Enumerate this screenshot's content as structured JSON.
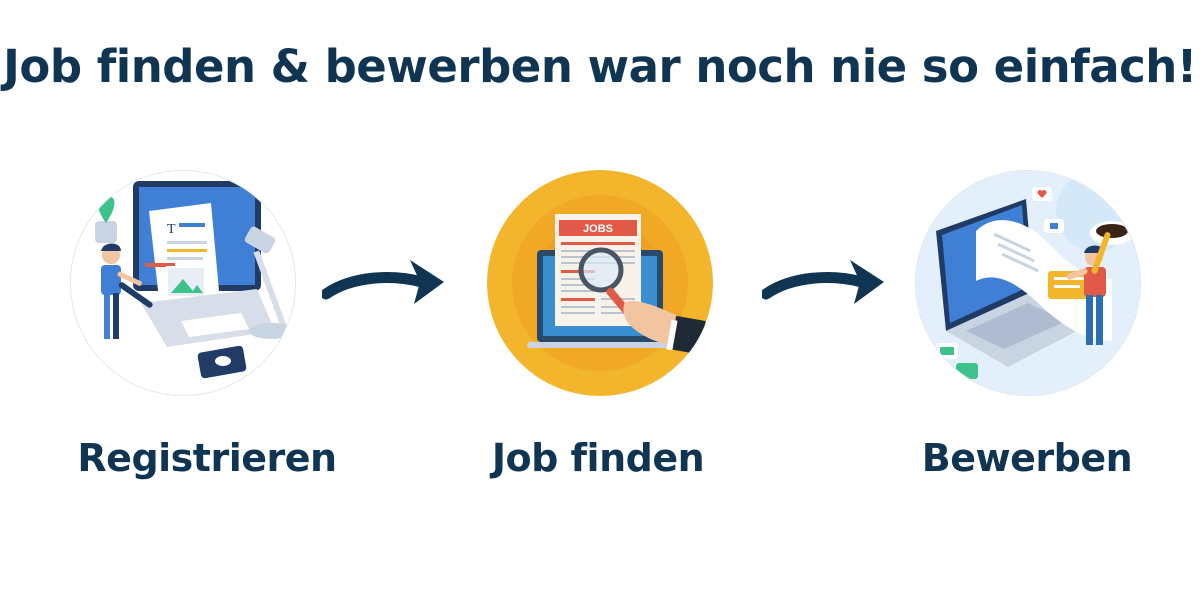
{
  "headline": "Job finden & bewerben war noch nie so einfach!",
  "steps": [
    {
      "label": "Registrieren",
      "icon": "register-illustration-icon"
    },
    {
      "label": "Job finden",
      "icon": "job-search-illustration-icon",
      "badge_text": "JOBS"
    },
    {
      "label": "Bewerben",
      "icon": "apply-illustration-icon"
    }
  ],
  "connectors": [
    "arrow-right-icon",
    "arrow-right-icon"
  ],
  "colors": {
    "text": "#0f3553",
    "arrow": "#0f3553",
    "accent_yellow": "#f3b52b",
    "accent_red": "#e05a47",
    "accent_blue": "#3f7fd6"
  }
}
